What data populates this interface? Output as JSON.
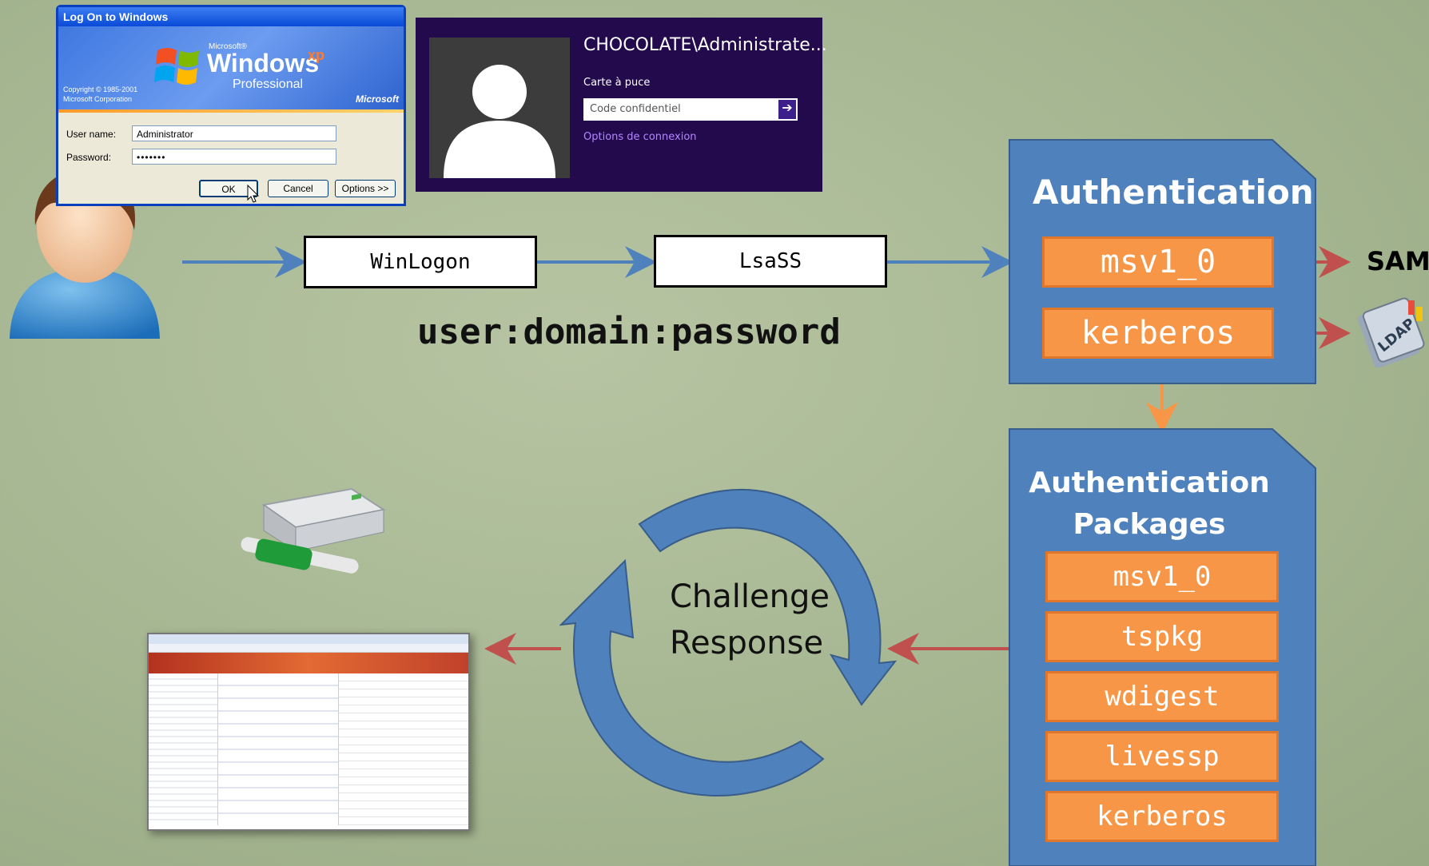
{
  "xp_dialog": {
    "title": "Log On to Windows",
    "microsoft_small": "Microsoft®",
    "windows": "Windows",
    "xp": "xp",
    "edition": "Professional",
    "copyright_line1": "Copyright © 1985-2001",
    "copyright_line2": "Microsoft Corporation",
    "brand": "Microsoft",
    "username_label": "User name:",
    "username_value": "Administrator",
    "password_label": "Password:",
    "password_value": "•••••••",
    "ok_label": "OK",
    "cancel_label": "Cancel",
    "options_label": "Options >>"
  },
  "win8_logon": {
    "account": "CHOCOLATE\\Administrate...",
    "smartcard_label": "Carte à puce",
    "pin_placeholder": "Code confidentiel",
    "submit_icon": "arrow-right-icon",
    "signin_options": "Options de connexion"
  },
  "flow": {
    "winlogon": "WinLogon",
    "lsass": "LsaSS",
    "credentials": "user:domain:password"
  },
  "authentication": {
    "title": "Authentication",
    "items": [
      "msv1_0",
      "kerberos"
    ]
  },
  "targets": {
    "sam": "SAM",
    "ldap_icon": "ldap-book-icon",
    "ldap_text": "LDAP"
  },
  "packages": {
    "title_line1": "Authentication",
    "title_line2": "Packages",
    "items": [
      "msv1_0",
      "tspkg",
      "wdigest",
      "livessp",
      "kerberos"
    ]
  },
  "cycle": {
    "line1": "Challenge",
    "line2": "Response"
  },
  "colors": {
    "panel_blue": "#4f81bd",
    "package_orange": "#f79646",
    "flow_arrow_blue": "#4f81bd",
    "red_arrow": "#c0504d"
  },
  "icons": {
    "user": "user-avatar-icon",
    "network_drive": "network-drive-icon",
    "webmail_screenshot": "outlook-web-app-thumbnail"
  }
}
